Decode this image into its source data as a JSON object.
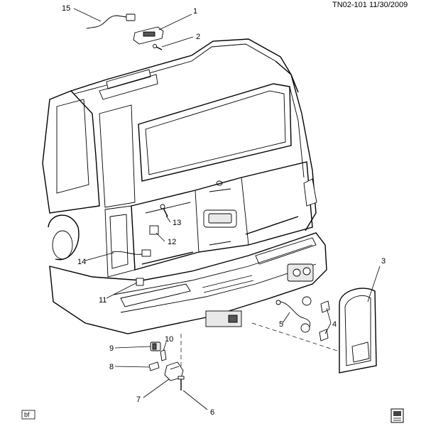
{
  "header": {
    "code": "TN02-101",
    "date": "11/30/2009"
  },
  "callouts": [
    "1",
    "2",
    "3",
    "4",
    "5",
    "6",
    "7",
    "8",
    "9",
    "10",
    "11",
    "12",
    "13",
    "14",
    "15"
  ],
  "footer": {
    "tag": "bf"
  },
  "icons": {
    "corner_icon": "book-icon"
  }
}
